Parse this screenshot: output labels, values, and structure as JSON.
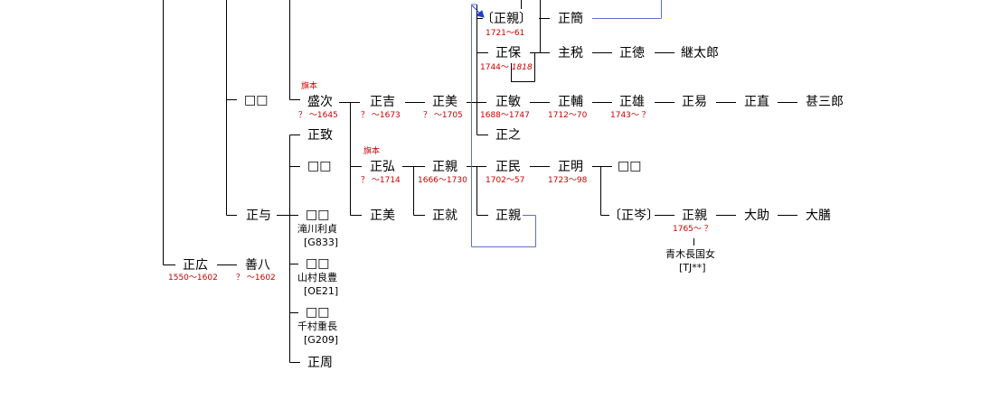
{
  "nodes": {
    "seishin_1721": "〔正親〕",
    "seikan": "正簡",
    "seiho": "正保",
    "shuzei": "主税",
    "seitoku": "正徳",
    "keitaro": "継太郎",
    "unknown_a": "□□",
    "moritsugu": "盛次",
    "masayoshi_kichi": "正吉",
    "masayoshi_mi1": "正美",
    "seibin": "正敏",
    "seiho_ho": "正輔",
    "seiyu": "正雄",
    "seieki": "正易",
    "seichoku": "正直",
    "jinzaburo": "甚三郎",
    "seishi_no": "正之",
    "seichi": "正致",
    "unknown_b": "□□",
    "masahiro_ko": "正弘",
    "seishin_1666": "正親",
    "seimin": "正民",
    "seimei": "正明",
    "unknown_c": "□□",
    "seiyo": "正与",
    "unknown_d": "□□",
    "masayoshi_mi2": "正美",
    "seishu_ju": "正就",
    "seishin_3": "正親",
    "seiko_bracket": "〔正岑〕",
    "seishin_1765": "正親",
    "daisuke": "大助",
    "daizen": "大膳",
    "seiko_hiro": "正広",
    "zenpachi": "善八",
    "unknown_e": "□□",
    "unknown_f": "□□",
    "unknown_g": "□□",
    "seishu_shu": "正周"
  },
  "dates": {
    "seishin_1721": "1721〜61",
    "seiho_a": "1744〜",
    "seiho_b": "1818",
    "moritsugu": "？ 〜1645",
    "masayoshi_kichi": "？ 〜1673",
    "masayoshi_mi1": "？ 〜1705",
    "seibin": "1688〜1747",
    "seiho_ho": "1712〜70",
    "seiyu": "1743〜 ？",
    "masahiro_ko": "？ 〜1714",
    "seishin_1666": "1666〜1730",
    "seimin": "1702〜57",
    "seimei": "1723〜98",
    "seishin_1765": "1765〜 ？",
    "seiko_hiro": "1550〜1602",
    "zenpachi": "？ 〜1602"
  },
  "tags": {
    "moritsugu": "旗本",
    "masahiro_ko": "旗本"
  },
  "subs": {
    "unknown_d_a": "滝川利貞",
    "unknown_d_b": "[G833]",
    "unknown_e_a": "山村良豊",
    "unknown_e_b": "[OE21]",
    "unknown_f_a": "千村重長",
    "unknown_f_b": "[G209]",
    "seishin_1765_a": "青木長国女",
    "seishin_1765_b": "[TJ**]"
  },
  "colors": {
    "line": "#000000",
    "link": "#5a6fd6",
    "date": "#cc0000",
    "arrow": "#1f3fd0"
  }
}
